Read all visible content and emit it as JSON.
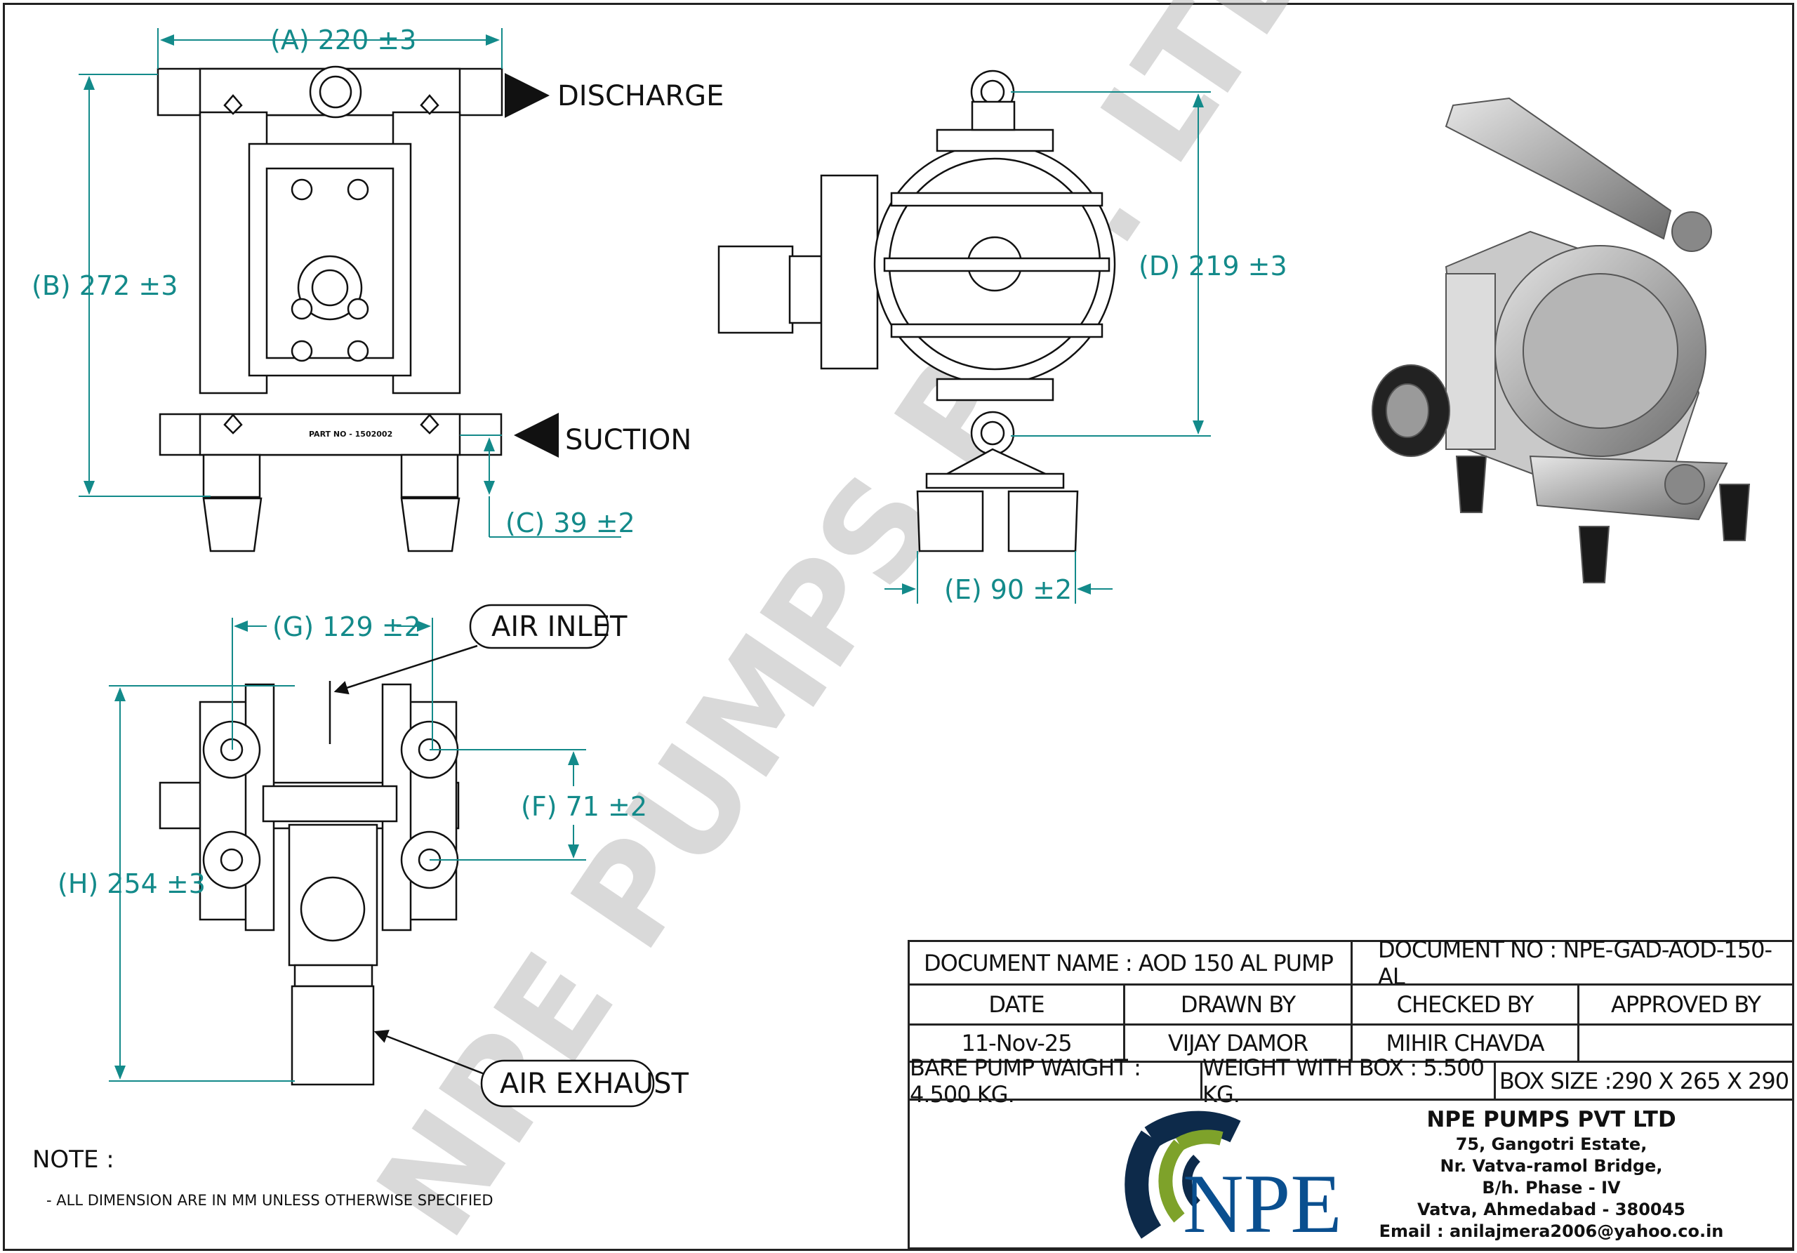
{
  "drawing": {
    "front_view": {
      "dim_a": "(A)  220  ±3",
      "dim_b": "(B)  272  ±3",
      "dim_c": "(C) 39 ±2",
      "discharge_label": "DISCHARGE",
      "suction_label": "SUCTION",
      "part_no": "PART NO - 1502002"
    },
    "side_view": {
      "dim_d": "(D) 219 ±3",
      "dim_e": "(E)  90  ±2"
    },
    "bottom_view": {
      "dim_g": "(G)  129  ±2",
      "dim_f": "(F)  71  ±2",
      "dim_h": "(H) 254 ±3",
      "air_inlet_label": "AIR INLET",
      "air_exhaust_label": "AIR EXHAUST"
    },
    "watermark": "NPE PUMPS PVT. LTD",
    "dimension_color": "#138a8a"
  },
  "note": {
    "title": "NOTE :",
    "items": [
      "- ALL DIMENSION ARE IN MM UNLESS OTHERWISE SPECIFIED"
    ]
  },
  "title_block": {
    "document_name": "DOCUMENT NAME : AOD 150 AL PUMP",
    "document_no": "DOCUMENT NO :  NPE-GAD-AOD-150-AL",
    "headers": {
      "date": "DATE",
      "drawn_by": "DRAWN BY",
      "checked_by": "CHECKED BY",
      "approved_by": "APPROVED BY"
    },
    "values": {
      "date": "11-Nov-25",
      "drawn_by": "VIJAY DAMOR",
      "checked_by": "MIHIR CHAVDA",
      "approved_by": ""
    },
    "bare_pump_weight": "BARE PUMP WAIGHT : 4.500 KG.",
    "weight_with_box": "WEIGHT WITH BOX : 5.500 KG.",
    "box_size": "BOX SIZE :290 X 265 X 290",
    "logo_text": "NPE",
    "company": {
      "name": "NPE PUMPS PVT LTD",
      "address": [
        "75, Gangotri Estate,",
        "Nr. Vatva-ramol Bridge,",
        "B/h. Phase - IV",
        "Vatva, Ahmedabad - 380045"
      ],
      "email": "Email : anilajmera2006@yahoo.co.in"
    },
    "logo_colors": {
      "navy": "#0d2a4a",
      "green": "#7ea22a",
      "blue": "#0a4f8f"
    }
  }
}
